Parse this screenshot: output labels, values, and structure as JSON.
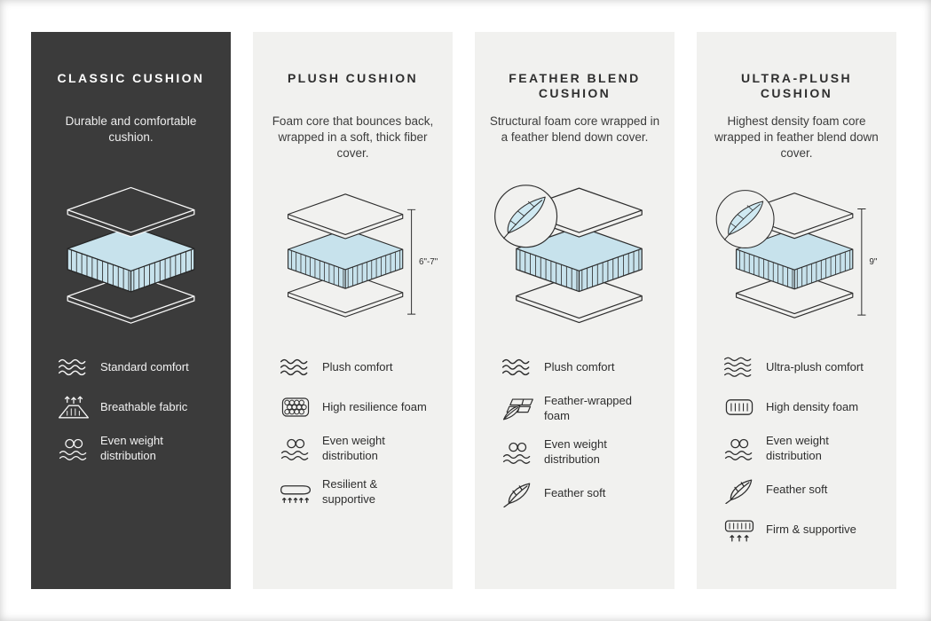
{
  "colors": {
    "panel_dark": "#3b3b3b",
    "panel_light": "#f1f1ef",
    "ink": "#2e2e2e",
    "foam_blue": "#c7e2ec",
    "feather_blue": "#cfe9f2"
  },
  "panels": [
    {
      "id": "classic",
      "theme": "dark",
      "title": "CLASSIC CUSHION",
      "description": "Durable and comfortable cushion.",
      "illustration": "layered-cushion",
      "features": [
        {
          "icon": "waves-icon",
          "label": "Standard comfort"
        },
        {
          "icon": "breathable-fabric-icon",
          "label": "Breathable fabric"
        },
        {
          "icon": "weight-distribution-icon",
          "label": "Even weight distribution"
        }
      ]
    },
    {
      "id": "plush",
      "theme": "light",
      "title": "PLUSH CUSHION",
      "description": "Foam core that bounces back, wrapped in a soft, thick fiber cover.",
      "illustration": "layered-cushion",
      "dimension": "6\"-7\"",
      "features": [
        {
          "icon": "waves-icon",
          "label": "Plush comfort"
        },
        {
          "icon": "foam-bubbles-icon",
          "label": "High resilience foam"
        },
        {
          "icon": "weight-distribution-icon",
          "label": "Even weight distribution"
        },
        {
          "icon": "resilient-supportive-icon",
          "label": "Resilient & supportive"
        }
      ]
    },
    {
      "id": "feather-blend",
      "theme": "light",
      "title": "FEATHER BLEND CUSHION",
      "description": "Structural foam core wrapped in a feather blend down cover.",
      "illustration": "layered-cushion-with-feather-badge",
      "features": [
        {
          "icon": "waves-icon",
          "label": "Plush comfort"
        },
        {
          "icon": "feather-wrapped-foam-icon",
          "label": "Feather-wrapped foam"
        },
        {
          "icon": "weight-distribution-icon",
          "label": "Even weight distribution"
        },
        {
          "icon": "feather-icon",
          "label": "Feather soft"
        }
      ]
    },
    {
      "id": "ultra-plush",
      "theme": "light",
      "title": "ULTRA-PLUSH CUSHION",
      "description": "Highest density foam core wrapped in feather blend down cover.",
      "illustration": "layered-cushion-with-feather-badge",
      "dimension": "9\"",
      "features": [
        {
          "icon": "waves-icon",
          "label": "Ultra-plush comfort"
        },
        {
          "icon": "density-foam-icon",
          "label": "High density foam"
        },
        {
          "icon": "weight-distribution-icon",
          "label": "Even weight distribution"
        },
        {
          "icon": "feather-icon",
          "label": "Feather soft"
        },
        {
          "icon": "firm-supportive-icon",
          "label": "Firm & supportive"
        }
      ]
    }
  ]
}
